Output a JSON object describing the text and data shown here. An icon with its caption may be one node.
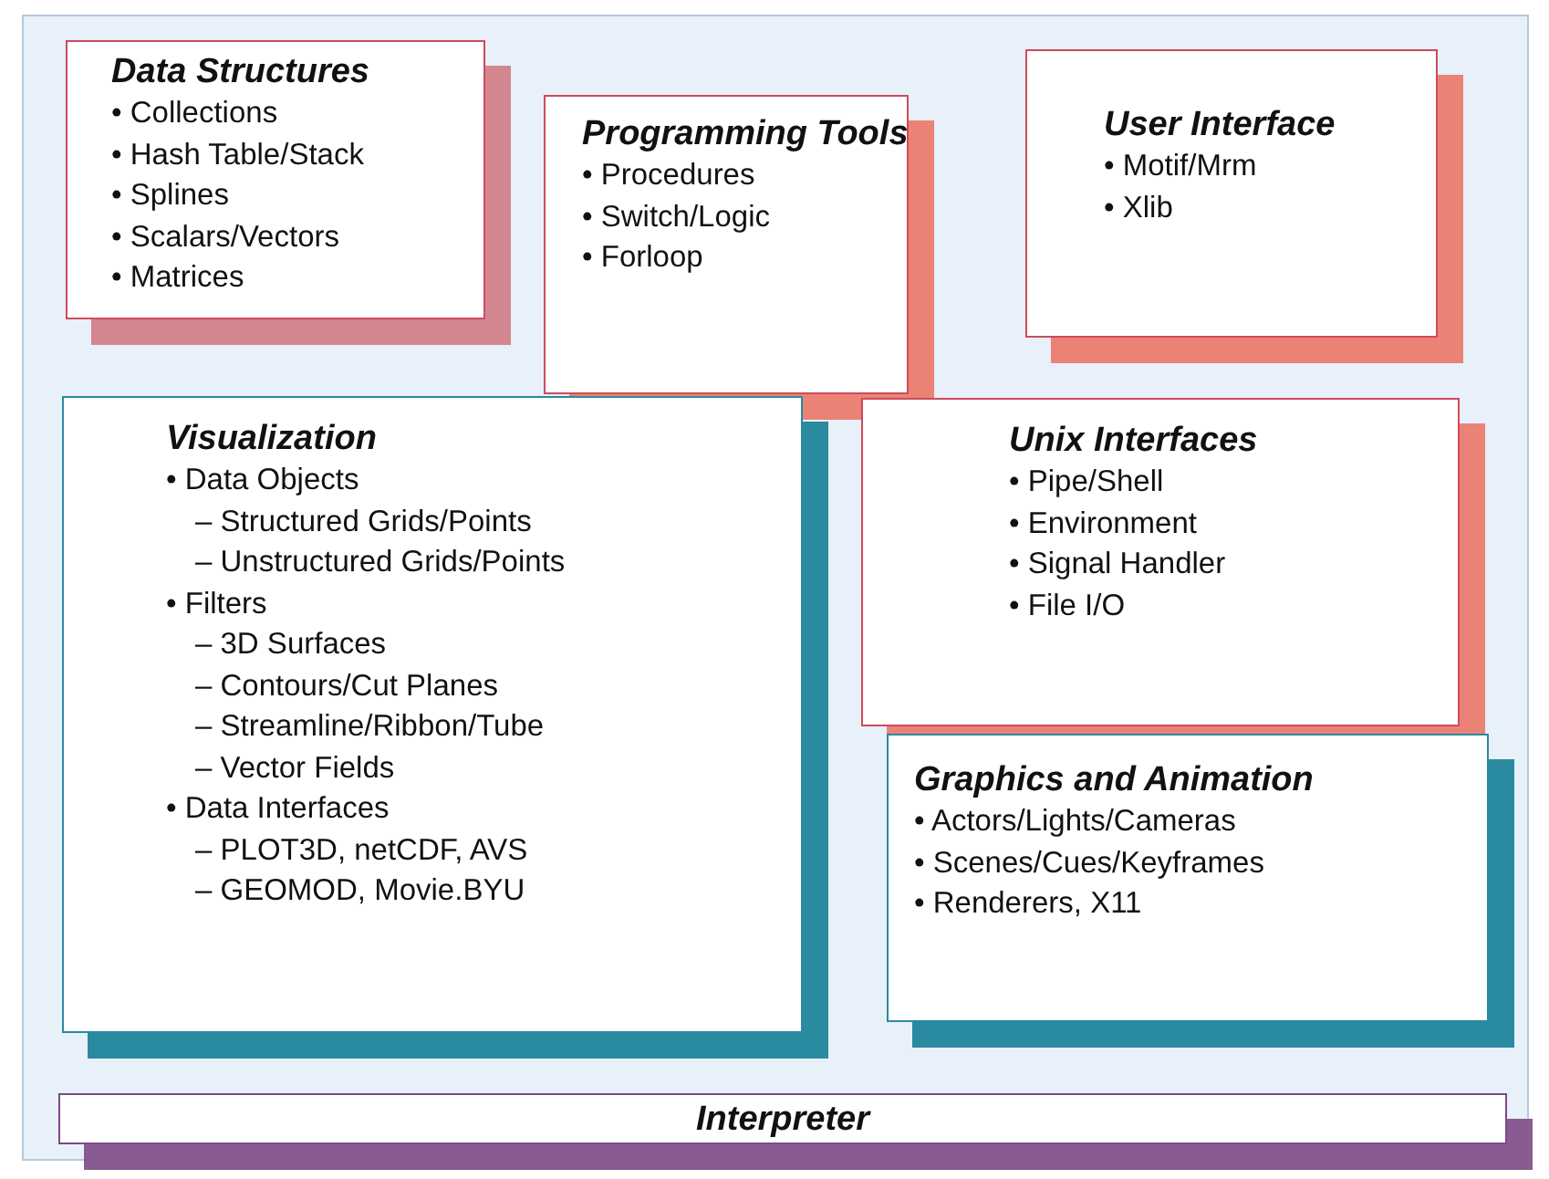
{
  "diagram": {
    "nodes": [
      {
        "text": [
          "Data Structures",
          "• Collections",
          "• Hash Table/Stack",
          "• Splines",
          "• Scalars/Vectors",
          "• Matrices"
        ]
      },
      {
        "text": [
          "Programming Tools",
          "• Procedures",
          "• Switch/Logic",
          "• Forloop"
        ]
      },
      {
        "text": [
          "User Interface",
          "• Motif/Mrm",
          "• Xlib"
        ]
      },
      {
        "text": [
          "Visualization",
          "• Data Objects",
          "– Structured Grids/Points",
          "– Unstructured Grids/Points",
          "• Filters",
          "– 3D Surfaces",
          "– Contours/Cut Planes",
          "– Streamline/Ribbon/Tube",
          "– Vector Fields",
          "• Data Interfaces",
          "– PLOT3D, netCDF, AVS",
          "– GEOMOD, Movie.BYU"
        ]
      },
      {
        "text": [
          "Unix Interfaces",
          "• Pipe/Shell",
          "• Environment",
          "• Signal Handler",
          "• File I/O"
        ]
      },
      {
        "text": [
          "Graphics and Animation",
          "• Actors/Lights/Cameras",
          "• Scenes/Cues/Keyframes",
          "• Renderers, X11"
        ]
      },
      {
        "text": [
          "Interpreter"
        ]
      }
    ],
    "edges": []
  }
}
